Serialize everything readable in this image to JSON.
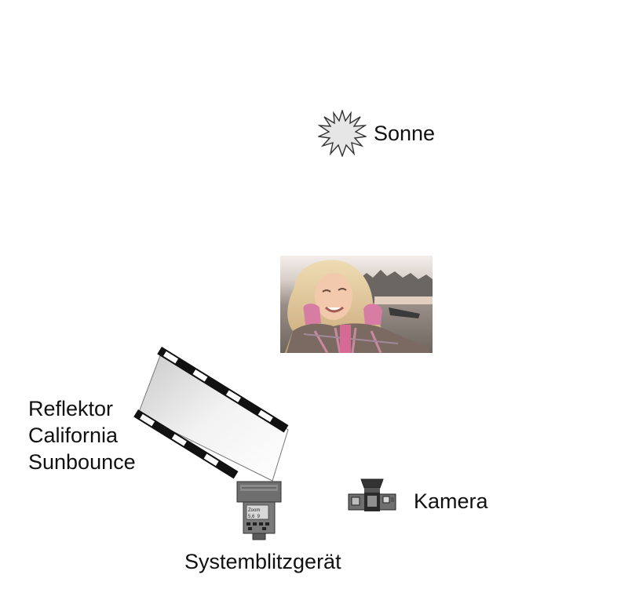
{
  "labels": {
    "sun": "Sonne",
    "reflector": [
      "Reflektor",
      "California",
      "Sunbounce"
    ],
    "camera": "Kamera",
    "flash": "Systemblitzgerät"
  },
  "flash_display": {
    "mode": "Zoom",
    "values": "5,6  9"
  },
  "icons": {
    "sun": "sun-icon",
    "photo": "portrait-photo",
    "reflector": "reflector-icon",
    "flash": "flash-unit-icon",
    "camera": "camera-icon"
  },
  "colors": {
    "text": "#111111",
    "reflector_frame": "#111111",
    "sun_fill": "#e6e6e6",
    "flash_body": "#777777",
    "camera_body": "#6f6f6f"
  }
}
